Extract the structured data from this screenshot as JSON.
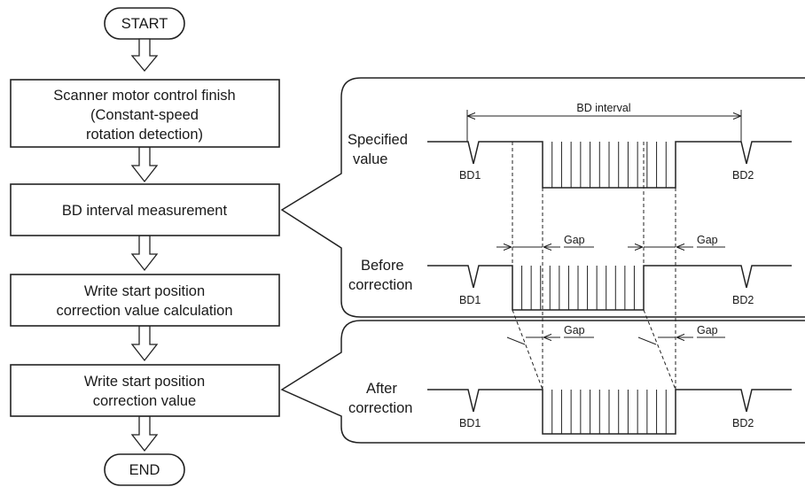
{
  "flowchart": {
    "start": "START",
    "end": "END",
    "steps": [
      [
        "Scanner motor control finish",
        "(Constant-speed",
        "rotation detection)"
      ],
      [
        "BD interval measurement"
      ],
      [
        "Write start position",
        "correction value calculation"
      ],
      [
        "Write start position",
        "correction value"
      ]
    ]
  },
  "timing": {
    "bd_interval_label": "BD interval",
    "bd1": "BD1",
    "bd2": "BD2",
    "gap": "Gap",
    "rows": {
      "specified": [
        "Specified",
        "value"
      ],
      "before": [
        "Before",
        "correction"
      ],
      "after": [
        "After",
        "correction"
      ]
    }
  }
}
